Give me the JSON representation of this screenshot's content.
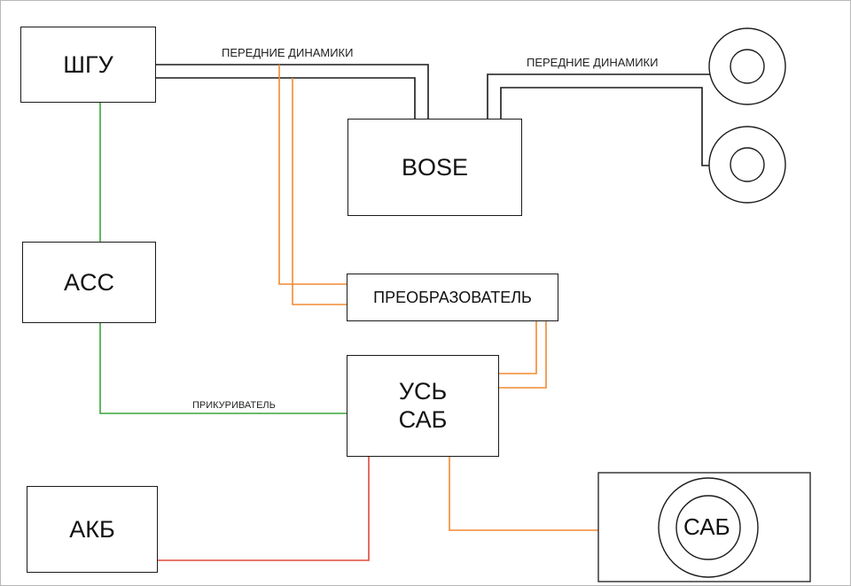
{
  "colors": {
    "border": "#1a1a1a",
    "speaker_wire": "#1a1a1a",
    "rca_wire": "#f08a30",
    "acc_wire": "#3aa53a",
    "power_wire": "#e0483a"
  },
  "blocks": {
    "head_unit": "ШГУ",
    "acc": "ACC",
    "bose": "BOSE",
    "converter": "ПРЕОБРАЗОВАТЕЛЬ",
    "sub_amp": {
      "line1": "УСЬ",
      "line2": "САБ"
    },
    "battery": "АКБ",
    "subwoofer": "САБ"
  },
  "labels": {
    "front_speakers_1": "ПЕРЕДНИЕ ДИНАМИКИ",
    "front_speakers_2": "ПЕРЕДНИЕ ДИНАМИКИ",
    "cigarette_lighter": "ПРИКУРИВАТЕЛЬ"
  }
}
